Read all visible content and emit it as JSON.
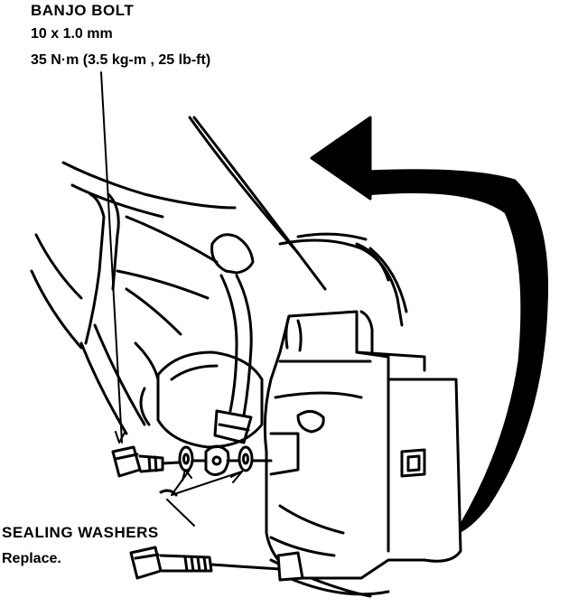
{
  "labels": {
    "banjo_bolt_title": "BANJO BOLT",
    "banjo_bolt_size": "10 x 1.0 mm",
    "banjo_bolt_torque": "35 N·m (3.5 kg-m , 25 lb-ft)",
    "sealing_washers_title": "SEALING WASHERS",
    "sealing_washers_note": "Replace."
  },
  "colors": {
    "ink": "#000000",
    "paper": "#ffffff"
  }
}
